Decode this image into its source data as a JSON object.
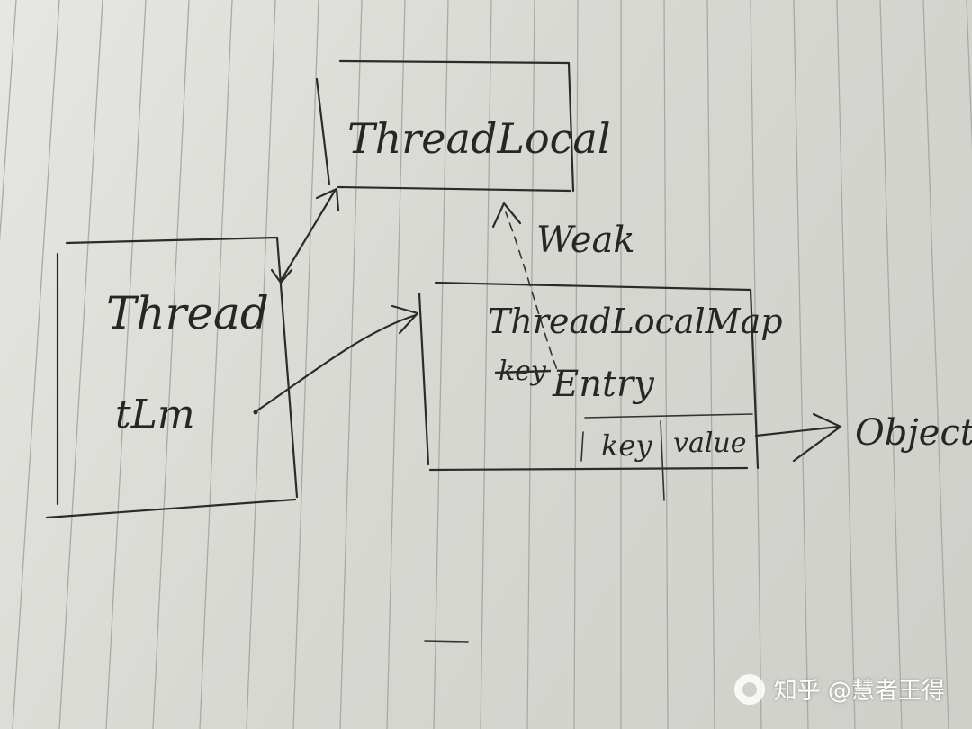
{
  "diagram": {
    "nodes": {
      "thread_local": {
        "label": "ThreadLocal"
      },
      "thread": {
        "label": "Thread",
        "field": "tLm"
      },
      "thread_local_map": {
        "label": "ThreadLocalMap",
        "struck_text": "key",
        "entry_label": "Entry",
        "entry_key": "key",
        "entry_value": "value"
      },
      "object": {
        "label": "Object"
      }
    },
    "edges": {
      "weak": {
        "label": "Weak",
        "style": "dashed"
      }
    }
  },
  "watermark": {
    "text": "知乎 @慧者王得"
  },
  "colors": {
    "ink": "#2b2b2b",
    "paper": "#dcdcd8",
    "rule": "#a8a8a6"
  }
}
